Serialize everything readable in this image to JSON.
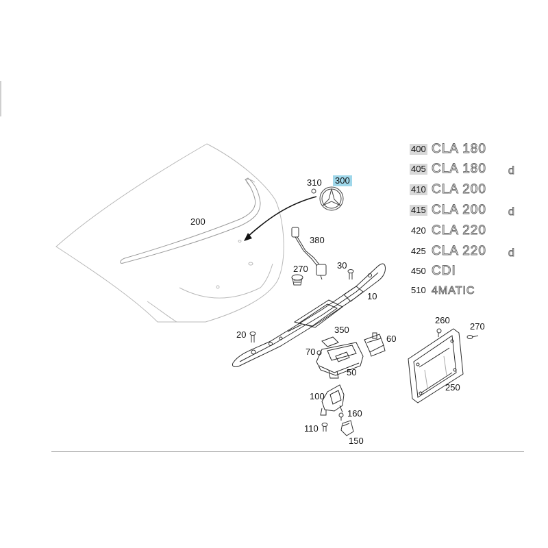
{
  "callouts": {
    "c200": "200",
    "c310": "310",
    "c300": "300",
    "c380": "380",
    "c270a": "270",
    "c30": "30",
    "c10": "10",
    "c20": "20",
    "c350": "350",
    "c70": "70",
    "c60": "60",
    "c50": "50",
    "c260": "260",
    "c270b": "270",
    "c250": "250",
    "c100": "100",
    "c160": "160",
    "c110": "110",
    "c150": "150"
  },
  "badges": [
    {
      "num": "400",
      "model": "CLA 180",
      "suffix": ""
    },
    {
      "num": "405",
      "model": "CLA 180",
      "suffix": "d"
    },
    {
      "num": "410",
      "model": "CLA 200",
      "suffix": ""
    },
    {
      "num": "415",
      "model": "CLA 200",
      "suffix": "d"
    },
    {
      "num": "420",
      "model": "CLA 220",
      "suffix": ""
    },
    {
      "num": "425",
      "model": "CLA 220",
      "suffix": "d"
    },
    {
      "num": "450",
      "model": "CDI",
      "suffix": ""
    },
    {
      "num": "510",
      "model": "4MATIC",
      "suffix": ""
    }
  ],
  "colors": {
    "highlight": "#9fd7ea",
    "numberShade": "#d8d8d8",
    "lineArt": "#2a2a2a",
    "lightLine": "#b5b5b5"
  }
}
